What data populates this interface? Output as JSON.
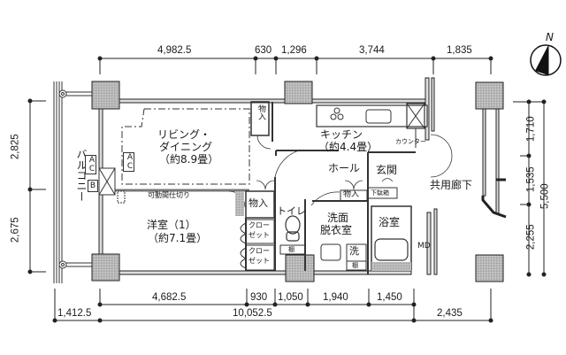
{
  "floor_plan": {
    "compass": {
      "label": "N",
      "icon": "north-arrow-icon"
    },
    "dimensions": {
      "top": [
        "4,982.5",
        "630",
        "1,296",
        "3,744",
        "1,835"
      ],
      "bottom_row1": [
        "4,682.5",
        "930",
        "1,050",
        "1,940",
        "1,450"
      ],
      "bottom_row2": [
        "1,412.5",
        "10,052.5",
        "2,435"
      ],
      "left": [
        "2,825",
        "2,675"
      ],
      "right_inner": [
        "1,710",
        "1,535",
        "2,255"
      ],
      "right_outer": "5,500"
    },
    "rooms": {
      "living_dining": {
        "name_line1": "リビング・",
        "name_line2": "ダイニング",
        "size": "（約8.9畳）"
      },
      "kitchen": {
        "name": "キッチン",
        "size": "（約4.4畳）"
      },
      "counter": "カウンター",
      "western_room": {
        "name": "洋室（1）",
        "size": "（約7.1畳）"
      },
      "hall": "ホール",
      "entrance": "玄関",
      "shoe_box": "下駄箱",
      "toilet": "トイレ",
      "washroom_line1": "洗面",
      "washroom_line2": "脱衣室",
      "bathroom": "浴室",
      "balcony": "バルコニー",
      "common_corridor": "共用廊下",
      "movable_partition": "可動間仕切り",
      "mb": "MD",
      "washer": "洗",
      "shelf1": "棚",
      "shelf2": "棚"
    },
    "storage": {
      "storage_top": "物入",
      "storage_west": "物入",
      "storage_hall": "物入",
      "closet1_line1": "クロー",
      "closet1_line2": "ゼット",
      "closet2_line1": "クロー",
      "closet2_line2": "ゼット"
    },
    "equipment": {
      "ac_balcony": "AC",
      "ac_living": "AC",
      "boiler": "B"
    }
  }
}
